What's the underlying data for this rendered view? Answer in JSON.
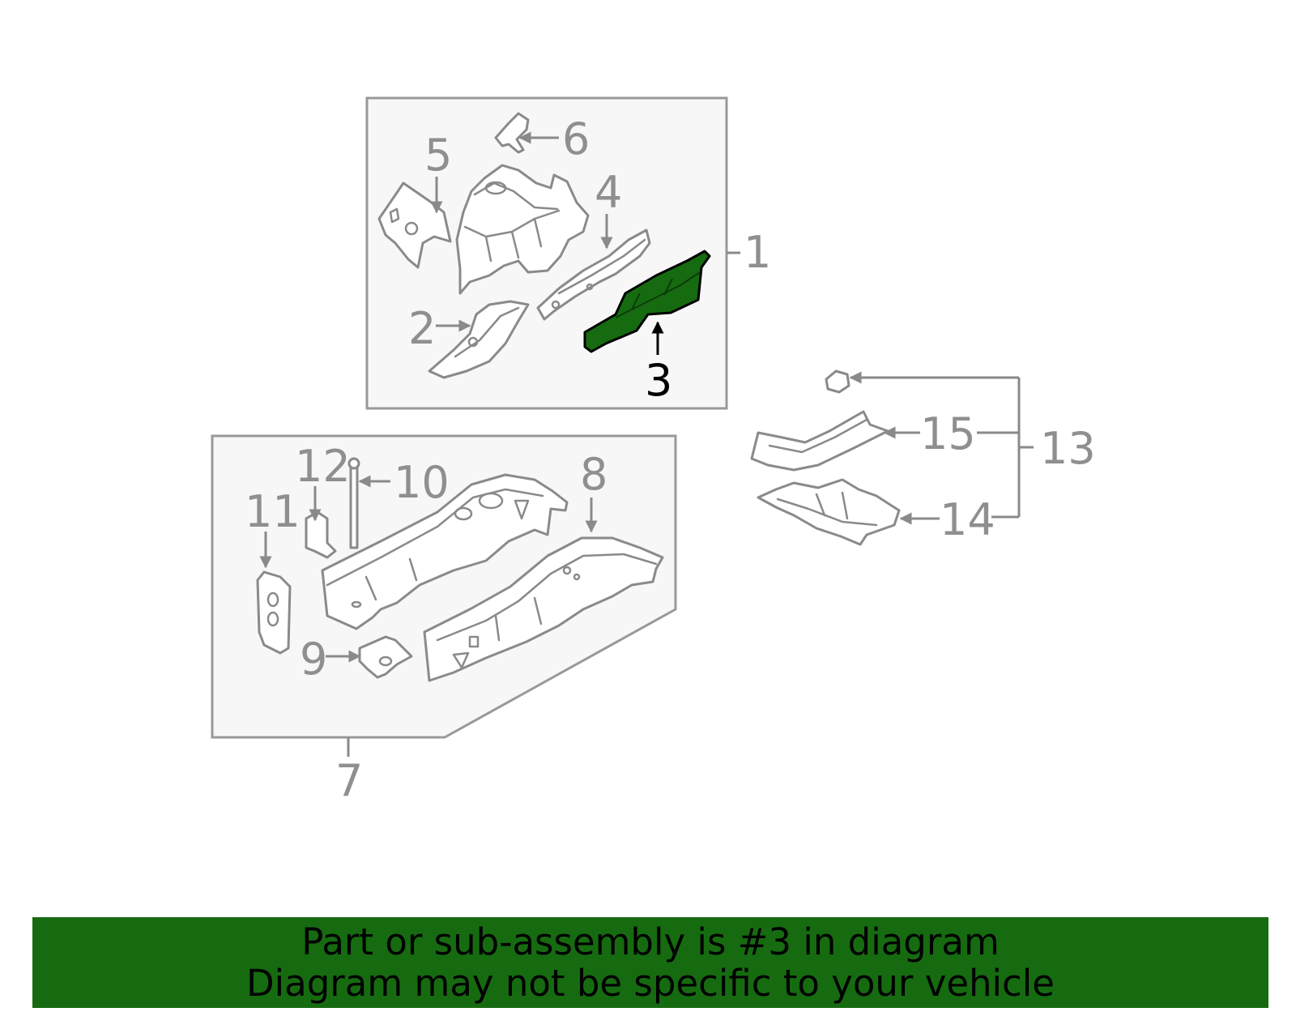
{
  "diagram": {
    "callouts": {
      "c1": "1",
      "c2": "2",
      "c3": "3",
      "c4": "4",
      "c5": "5",
      "c6": "6",
      "c7": "7",
      "c8": "8",
      "c9": "9",
      "c10": "10",
      "c11": "11",
      "c12": "12",
      "c13": "13",
      "c14": "14",
      "c15": "15"
    },
    "highlighted_part": "3",
    "highlight_color": "#166b10"
  },
  "banner": {
    "line1": "Part or sub-assembly is #3 in diagram",
    "line2": "Diagram may not be specific to your vehicle",
    "background": "#166b10"
  }
}
